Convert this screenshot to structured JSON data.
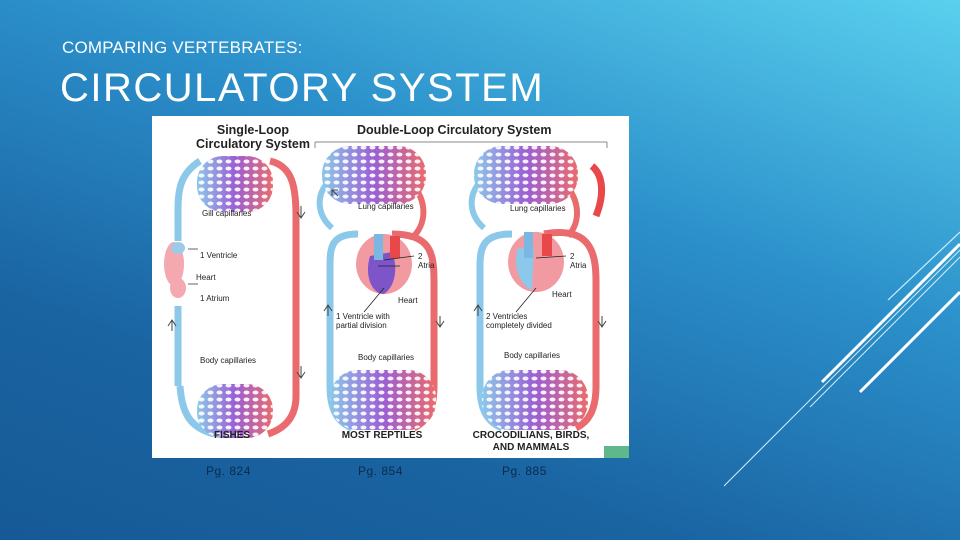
{
  "slide": {
    "subtitle": "COMPARING VERTEBRATES:",
    "title": "CIRCULATORY SYSTEM"
  },
  "figure": {
    "heading_single": "Single-Loop\nCirculatory System",
    "heading_double": "Double-Loop Circulatory System",
    "labels": {
      "gill_capillaries": "Gill capillaries",
      "one_ventricle": "1 Ventricle",
      "heart_fish": "Heart",
      "one_atrium": "1 Atrium",
      "body_capillaries_fish": "Body capillaries",
      "lung_capillaries_reptile": "Lung capillaries",
      "two_atria_reptile": "2\nAtria",
      "heart_reptile": "Heart",
      "ventricle_partial": "1 Ventricle with\npartial division",
      "body_capillaries_reptile": "Body capillaries",
      "lung_capillaries_bird": "Lung capillaries",
      "two_atria_bird": "2\nAtria",
      "heart_bird": "Heart",
      "ventricles_divided": "2 Ventricles\ncompletely divided",
      "body_capillaries_bird": "Body capillaries"
    },
    "captions": {
      "fishes": "FISHES",
      "reptiles": "MOST REPTILES",
      "birds": "CROCODILIANS, BIRDS,\nAND MAMMALS"
    }
  },
  "pages": [
    "Pg. 824",
    "Pg. 854",
    "Pg. 885"
  ],
  "colors": {
    "oxygenated": "#e8484a",
    "deoxygenated": "#6fb6e0",
    "capillary_mix": "#a05ad0"
  }
}
